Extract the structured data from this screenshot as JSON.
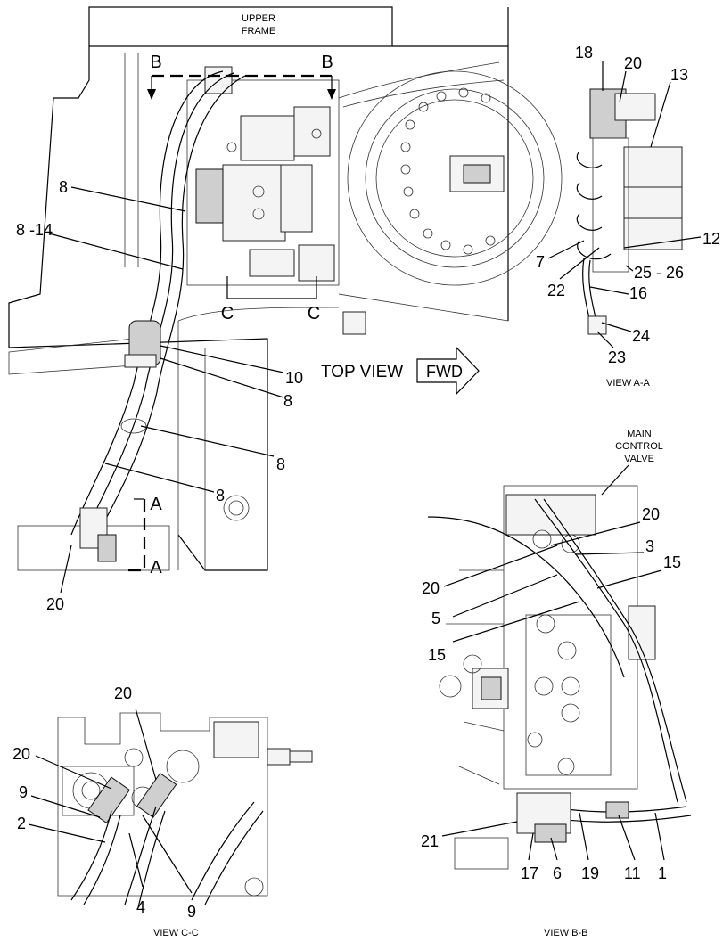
{
  "top_view": {
    "upper_frame": [
      "UPPER",
      "FRAME"
    ],
    "title": "TOP VIEW",
    "fwd": "FWD",
    "section_labels": {
      "b_left": "B",
      "b_right": "B",
      "c_left": "C",
      "c_right": "C",
      "a_top": "A",
      "a_bottom": "A"
    },
    "callouts": {
      "c8_upper": "8",
      "c8_14": "8 -14",
      "c10": "10",
      "c8_mid": "8",
      "c8_lower": "8",
      "c8_bottom": "8",
      "c20": "20"
    }
  },
  "view_aa": {
    "title": "VIEW A-A",
    "callouts": {
      "c18": "18",
      "c20": "20",
      "c13": "13",
      "c12": "12",
      "c7": "7",
      "c22": "22",
      "c25_26": "25 - 26",
      "c16": "16",
      "c24": "24",
      "c23": "23"
    }
  },
  "view_bb": {
    "title": "VIEW B-B",
    "main_control_valve": [
      "MAIN",
      "CONTROL",
      "VALVE"
    ],
    "callouts": {
      "c20a": "20",
      "c20b": "20",
      "c3": "3",
      "c15a": "15",
      "c5": "5",
      "c15b": "15",
      "c21": "21",
      "c17": "17",
      "c6": "6",
      "c19": "19",
      "c11": "11",
      "c1": "1"
    }
  },
  "view_cc": {
    "title": "VIEW C-C",
    "callouts": {
      "c20a": "20",
      "c20b": "20",
      "c9a": "9",
      "c2": "2",
      "c4": "4",
      "c9b": "9"
    }
  }
}
